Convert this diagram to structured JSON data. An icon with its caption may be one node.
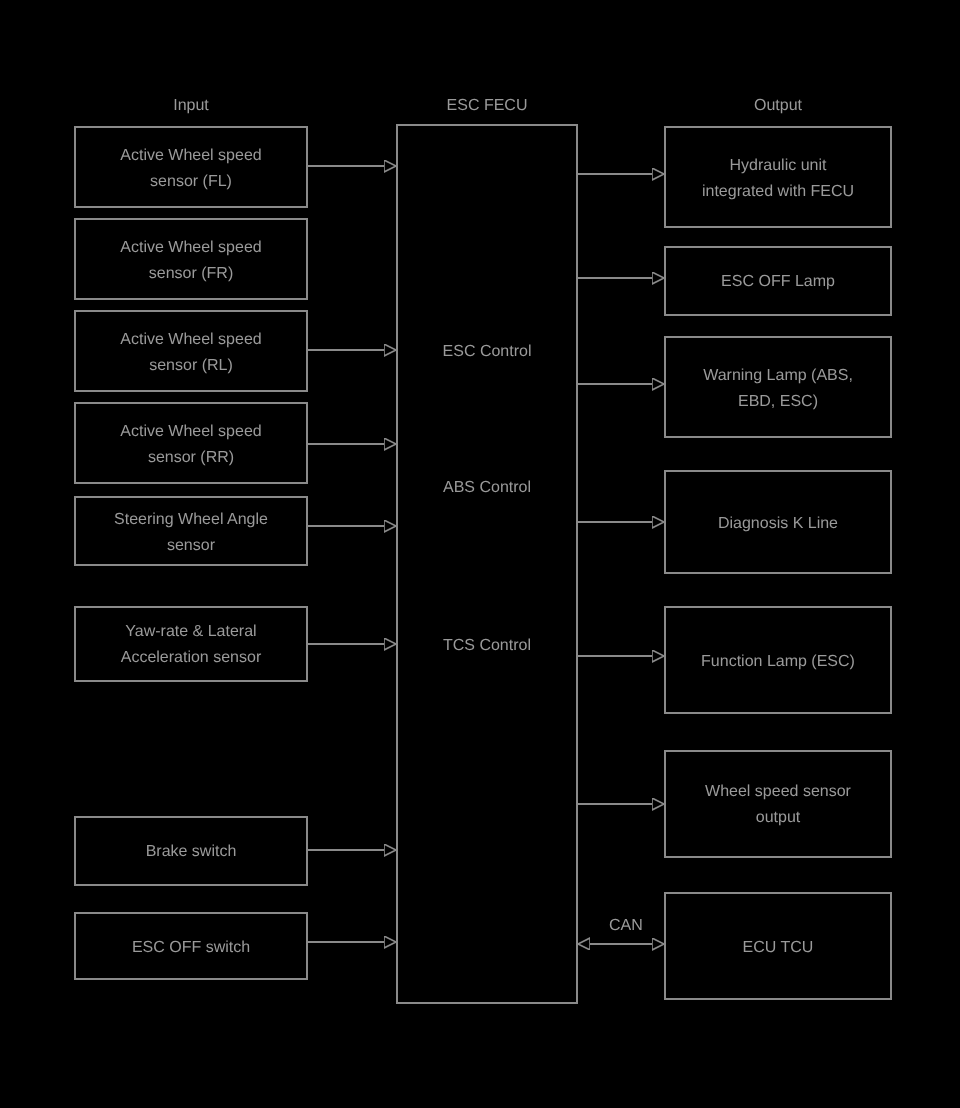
{
  "diagram": {
    "nodes": [
      {
        "text": [
          "ESC FECU",
          "ESC Control",
          "ABS Control",
          "TCS Control"
        ]
      },
      {
        "text": [
          "Active Wheel speed sensor (FL)"
        ]
      },
      {
        "text": [
          "Active Wheel speed sensor (FR)"
        ]
      },
      {
        "text": [
          "Active Wheel speed sensor (RL)"
        ]
      },
      {
        "text": [
          "Active Wheel speed sensor (RR)"
        ]
      },
      {
        "text": [
          "Steering Wheel Angle sensor"
        ]
      },
      {
        "text": [
          "Yaw-rate & Lateral Acceleration sensor"
        ]
      },
      {
        "text": [
          "Brake switch"
        ]
      },
      {
        "text": [
          "ESC OFF switch"
        ]
      },
      {
        "text": [
          "Hydraulic unit integrated with FECU"
        ]
      },
      {
        "text": [
          "ESC OFF Lamp"
        ]
      },
      {
        "text": [
          "Warning Lamp (ABS, EBD, ESC)"
        ]
      },
      {
        "text": [
          "Diagnosis K Line"
        ]
      },
      {
        "text": [
          "Function Lamp (ESC)"
        ]
      },
      {
        "text": [
          "Wheel speed sensor output"
        ]
      },
      {
        "text": [
          "ECU TCU"
        ]
      }
    ],
    "edges": [
      {
        "from": 1,
        "to": 0,
        "arrow": "to"
      },
      {
        "from": 3,
        "to": 0,
        "arrow": "to"
      },
      {
        "from": 4,
        "to": 0,
        "arrow": "to"
      },
      {
        "from": 5,
        "to": 0,
        "arrow": "to"
      },
      {
        "from": 6,
        "to": 0,
        "arrow": "to"
      },
      {
        "from": 7,
        "to": 0,
        "arrow": "to"
      },
      {
        "from": 8,
        "to": 0,
        "arrow": "to"
      },
      {
        "from": 0,
        "to": 9,
        "arrow": "to"
      },
      {
        "from": 0,
        "to": 10,
        "arrow": "to"
      },
      {
        "from": 0,
        "to": 11,
        "arrow": "to"
      },
      {
        "from": 0,
        "to": 12,
        "arrow": "to"
      },
      {
        "from": 0,
        "to": 13,
        "arrow": "to"
      },
      {
        "from": 0,
        "to": 14,
        "arrow": "to"
      },
      {
        "from": 0,
        "to": 15,
        "arrow": "both",
        "label": "CAN"
      }
    ],
    "labels": [
      "Input",
      "Output"
    ]
  }
}
